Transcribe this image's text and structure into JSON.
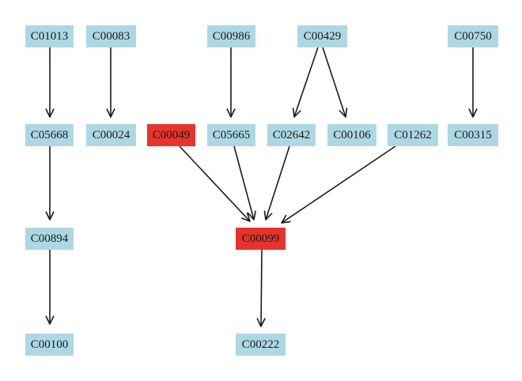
{
  "colors": {
    "node": "#add8e3",
    "highlight": "#e8332c",
    "edge": "#1a1a1a",
    "background": "#ffffff"
  },
  "nodes": [
    {
      "id": "C01013",
      "label": "C01013",
      "highlight": false
    },
    {
      "id": "C00083",
      "label": "C00083",
      "highlight": false
    },
    {
      "id": "C00986",
      "label": "C00986",
      "highlight": false
    },
    {
      "id": "C00429",
      "label": "C00429",
      "highlight": false
    },
    {
      "id": "C00750",
      "label": "C00750",
      "highlight": false
    },
    {
      "id": "C05668",
      "label": "C05668",
      "highlight": false
    },
    {
      "id": "C00024",
      "label": "C00024",
      "highlight": false
    },
    {
      "id": "C00049",
      "label": "C00049",
      "highlight": true
    },
    {
      "id": "C05665",
      "label": "C05665",
      "highlight": false
    },
    {
      "id": "C02642",
      "label": "C02642",
      "highlight": false
    },
    {
      "id": "C00106",
      "label": "C00106",
      "highlight": false
    },
    {
      "id": "C01262",
      "label": "C01262",
      "highlight": false
    },
    {
      "id": "C00315",
      "label": "C00315",
      "highlight": false
    },
    {
      "id": "C00894",
      "label": "C00894",
      "highlight": false
    },
    {
      "id": "C00099",
      "label": "C00099",
      "highlight": true
    },
    {
      "id": "C00100",
      "label": "C00100",
      "highlight": false
    },
    {
      "id": "C00222",
      "label": "C00222",
      "highlight": false
    }
  ],
  "edges": [
    {
      "from": "C01013",
      "to": "C05668"
    },
    {
      "from": "C00083",
      "to": "C00024"
    },
    {
      "from": "C00986",
      "to": "C05665"
    },
    {
      "from": "C00429",
      "to": "C02642"
    },
    {
      "from": "C00429",
      "to": "C00106"
    },
    {
      "from": "C00750",
      "to": "C00315"
    },
    {
      "from": "C05668",
      "to": "C00894"
    },
    {
      "from": "C00894",
      "to": "C00100"
    },
    {
      "from": "C00049",
      "to": "C00099"
    },
    {
      "from": "C05665",
      "to": "C00099"
    },
    {
      "from": "C02642",
      "to": "C00099"
    },
    {
      "from": "C01262",
      "to": "C00099"
    },
    {
      "from": "C00099",
      "to": "C00222"
    }
  ]
}
